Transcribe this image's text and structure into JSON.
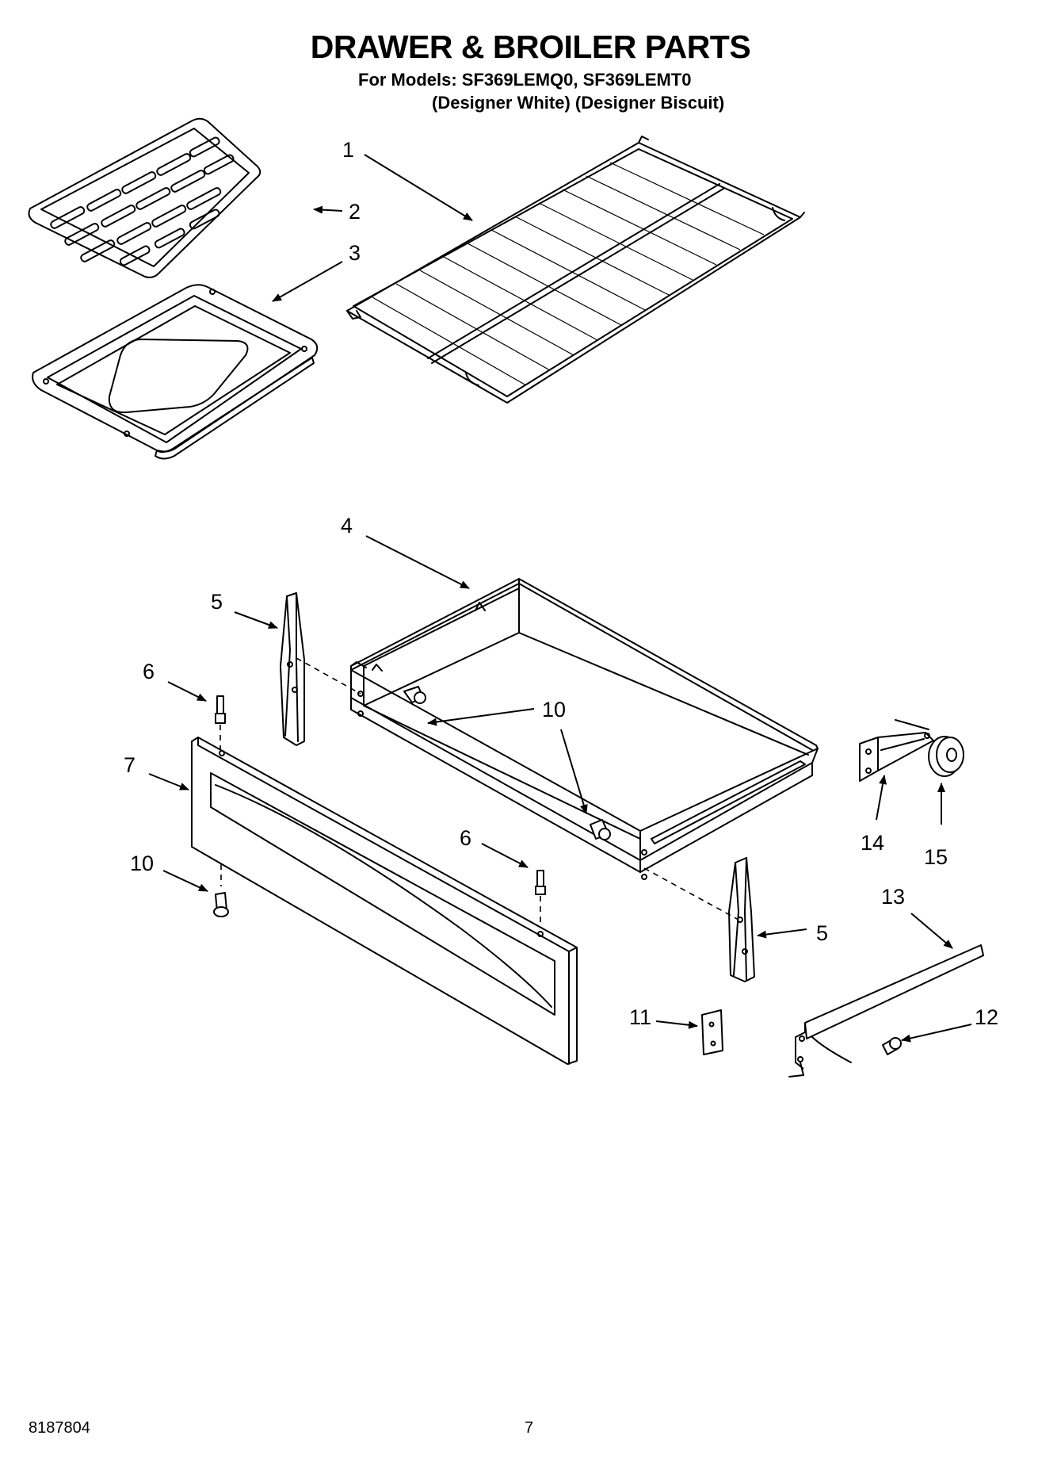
{
  "title": "DRAWER & BROILER PARTS",
  "models_line": "For Models: SF369LEMQ0, SF369LEMT0",
  "colors_line": "(Designer White) (Designer Biscuit)",
  "part_labels": {
    "p1": "1",
    "p2": "2",
    "p3": "3",
    "p4": "4",
    "p5a": "5",
    "p5b": "5",
    "p6a": "6",
    "p6b": "6",
    "p7": "7",
    "p10a": "10",
    "p10b": "10",
    "p10c": "10",
    "p11": "11",
    "p12": "12",
    "p13": "13",
    "p14": "14",
    "p15": "15"
  },
  "footer": {
    "doc_number": "8187804",
    "page_number": "7"
  }
}
